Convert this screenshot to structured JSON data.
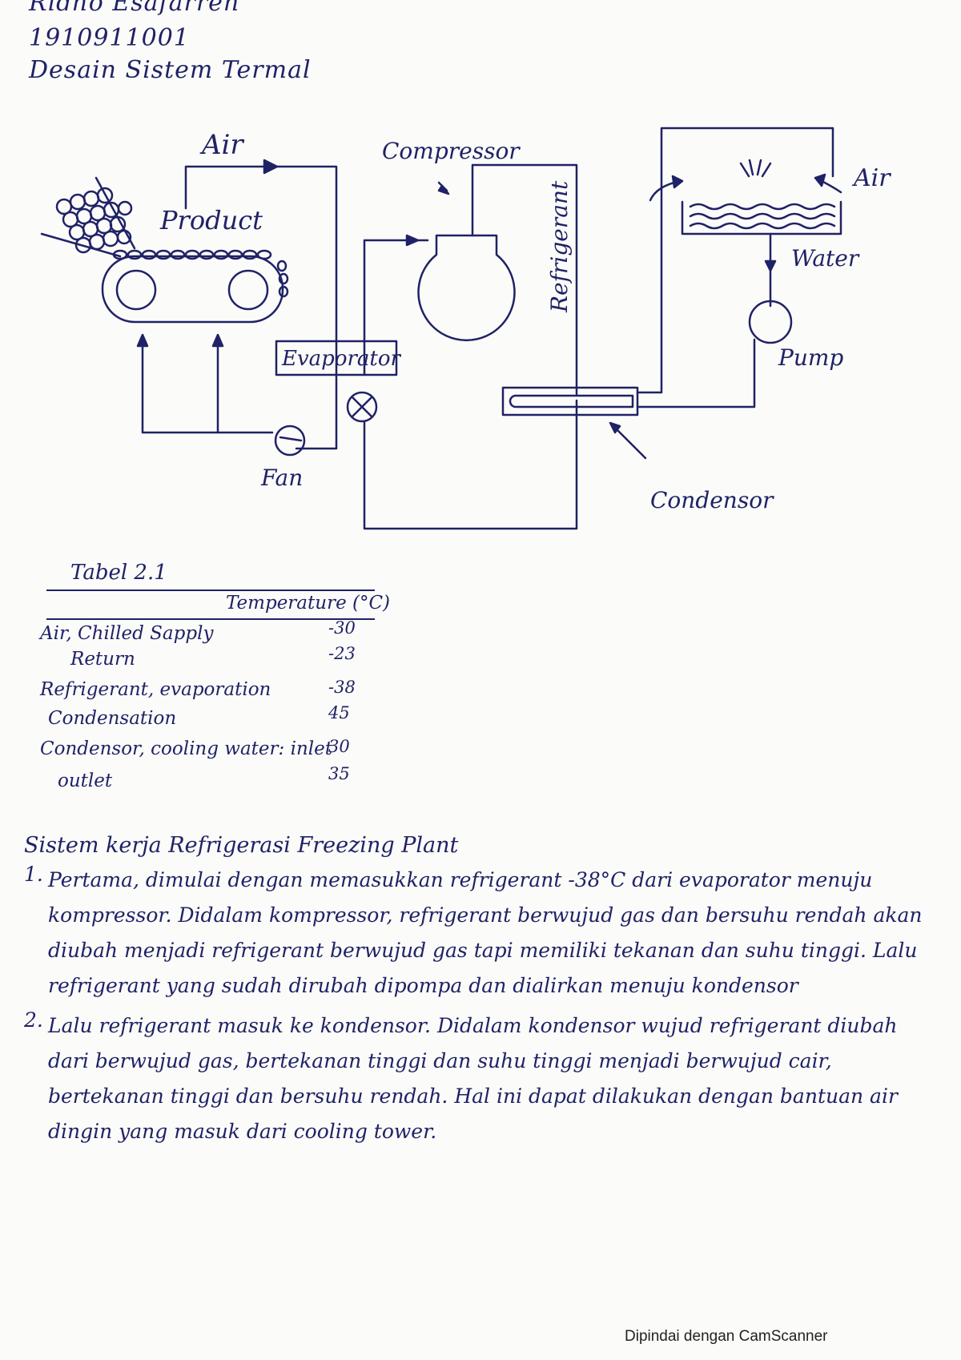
{
  "header": {
    "name": "Ridho Esafarren",
    "id": "1910911001",
    "course": "Desain Sistem Termal"
  },
  "diagram": {
    "labels": {
      "air_top": "Air",
      "compressor": "Compressor",
      "product": "Product",
      "refrigerant": "Refrigerant",
      "air_right": "Air",
      "water": "Water",
      "evaporator": "Evaporator",
      "pump": "Pump",
      "fan": "Fan",
      "condensor": "Condensor"
    }
  },
  "table": {
    "caption": "Tabel 2.1",
    "column_header": "Temperature (°C)",
    "rows": [
      {
        "label": "Air, Chilled Sapply",
        "value": "-30"
      },
      {
        "label": "Return",
        "value": "-23"
      },
      {
        "label": "Refrigerant, evaporation",
        "value": "-38"
      },
      {
        "label": "Condensation",
        "value": "45"
      },
      {
        "label": "Condensor, cooling water: inlet",
        "value": "30"
      },
      {
        "label": "outlet",
        "value": "35"
      }
    ]
  },
  "body": {
    "title": "Sistem kerja Refrigerasi Freezing Plant",
    "items": [
      {
        "num": "1.",
        "text": "Pertama, dimulai dengan memasukkan refrigerant -38°C dari evaporator menuju kompressor. Didalam kompressor, refrigerant berwujud gas dan bersuhu rendah akan diubah menjadi refrigerant berwujud gas tapi memiliki tekanan dan suhu tinggi. Lalu refrigerant yang sudah dirubah dipompa dan dialirkan menuju kondensor"
      },
      {
        "num": "2.",
        "text": "Lalu refrigerant masuk ke kondensor. Didalam kondensor wujud refrigerant diubah dari berwujud gas, bertekanan tinggi dan suhu tinggi menjadi berwujud cair, bertekanan tinggi dan bersuhu rendah. Hal ini dapat dilakukan dengan bantuan air dingin yang masuk dari cooling tower."
      }
    ]
  },
  "footer": {
    "scanner": "Dipindai dengan CamScanner"
  }
}
